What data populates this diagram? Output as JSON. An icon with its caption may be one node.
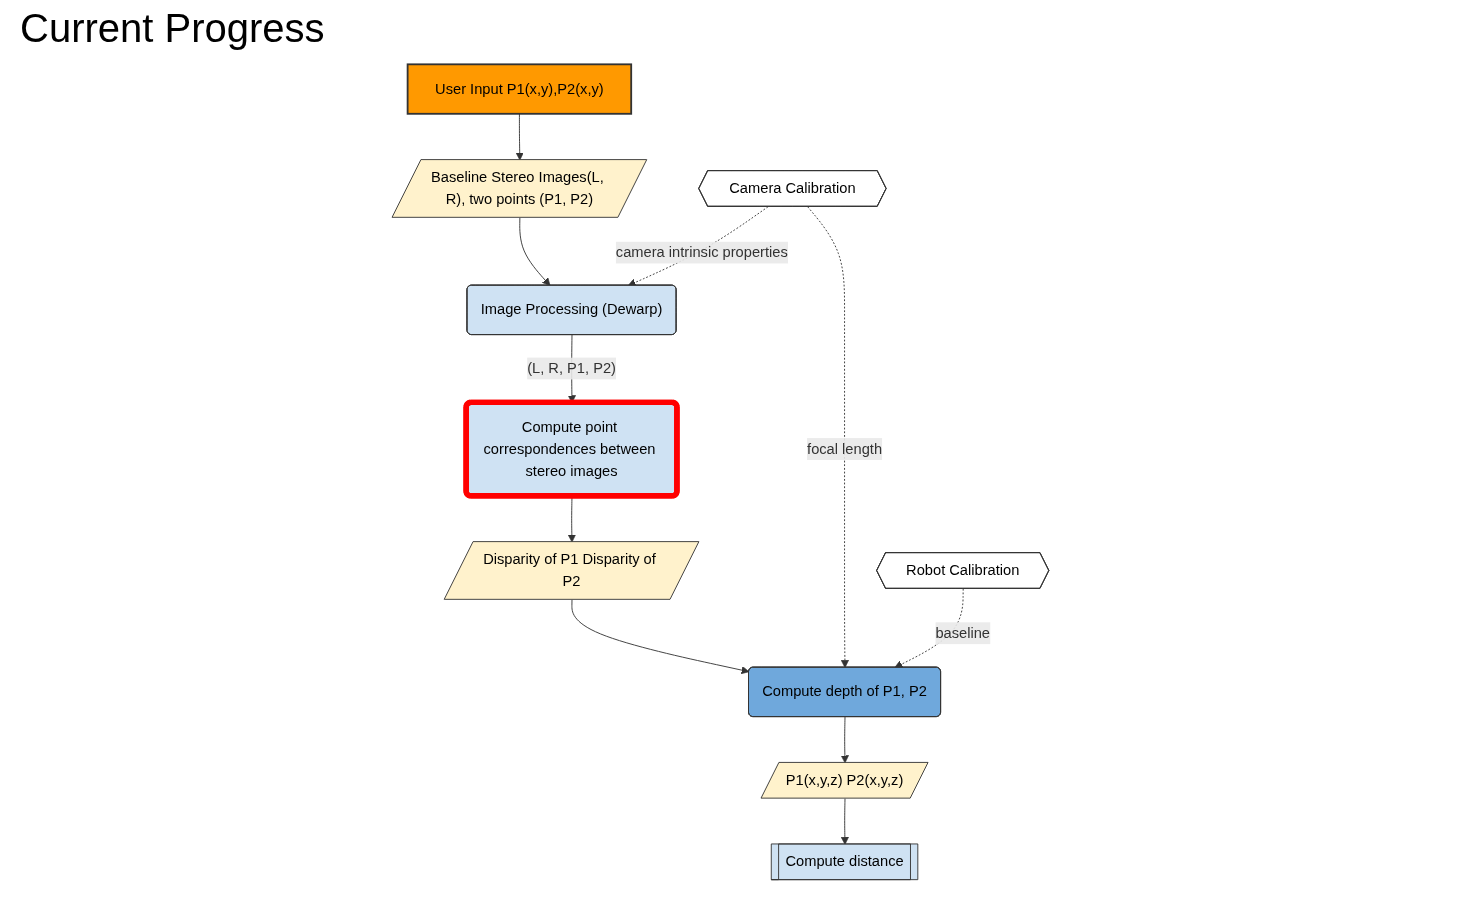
{
  "diagram": {
    "title": "Current Progress",
    "nodes": [
      {
        "text": [
          "User Input P1(x,y),P2(x,y)"
        ]
      },
      {
        "text": [
          "Baseline Stereo Images(L, R), two points (P1, P2)"
        ]
      },
      {
        "text": [
          "Image Processing (Dewarp)"
        ]
      },
      {
        "text": [
          "Compute point correspondences between stereo images"
        ]
      },
      {
        "text": [
          "Camera Calibration"
        ]
      },
      {
        "text": [
          "Robot Calibration"
        ]
      },
      {
        "text": [
          "Disparity of P1 Disparity of P2"
        ]
      },
      {
        "text": [
          "Compute depth of P1, P2"
        ]
      },
      {
        "text": [
          "P1(x,y,z) P2(x,y,z)"
        ]
      },
      {
        "text": [
          "Compute distance"
        ]
      }
    ],
    "edges": [
      {
        "from": 0,
        "to": 1,
        "arrow": "to"
      },
      {
        "from": 1,
        "to": 2,
        "arrow": "to"
      },
      {
        "from": 4,
        "to": 2,
        "arrow": "to",
        "label": "camera intrinsic properties",
        "style": "dashed"
      },
      {
        "from": 2,
        "to": 3,
        "arrow": "to",
        "label": "(L, R, P1, P2)"
      },
      {
        "from": 3,
        "to": 6,
        "arrow": "to"
      },
      {
        "from": 6,
        "to": 7,
        "arrow": "to"
      },
      {
        "from": 4,
        "to": 7,
        "arrow": "to",
        "label": "focal length",
        "style": "dashed"
      },
      {
        "from": 5,
        "to": 7,
        "arrow": "to",
        "label": "baseline",
        "style": "dashed"
      },
      {
        "from": 7,
        "to": 8,
        "arrow": "to"
      },
      {
        "from": 8,
        "to": 9,
        "arrow": "to"
      }
    ]
  }
}
